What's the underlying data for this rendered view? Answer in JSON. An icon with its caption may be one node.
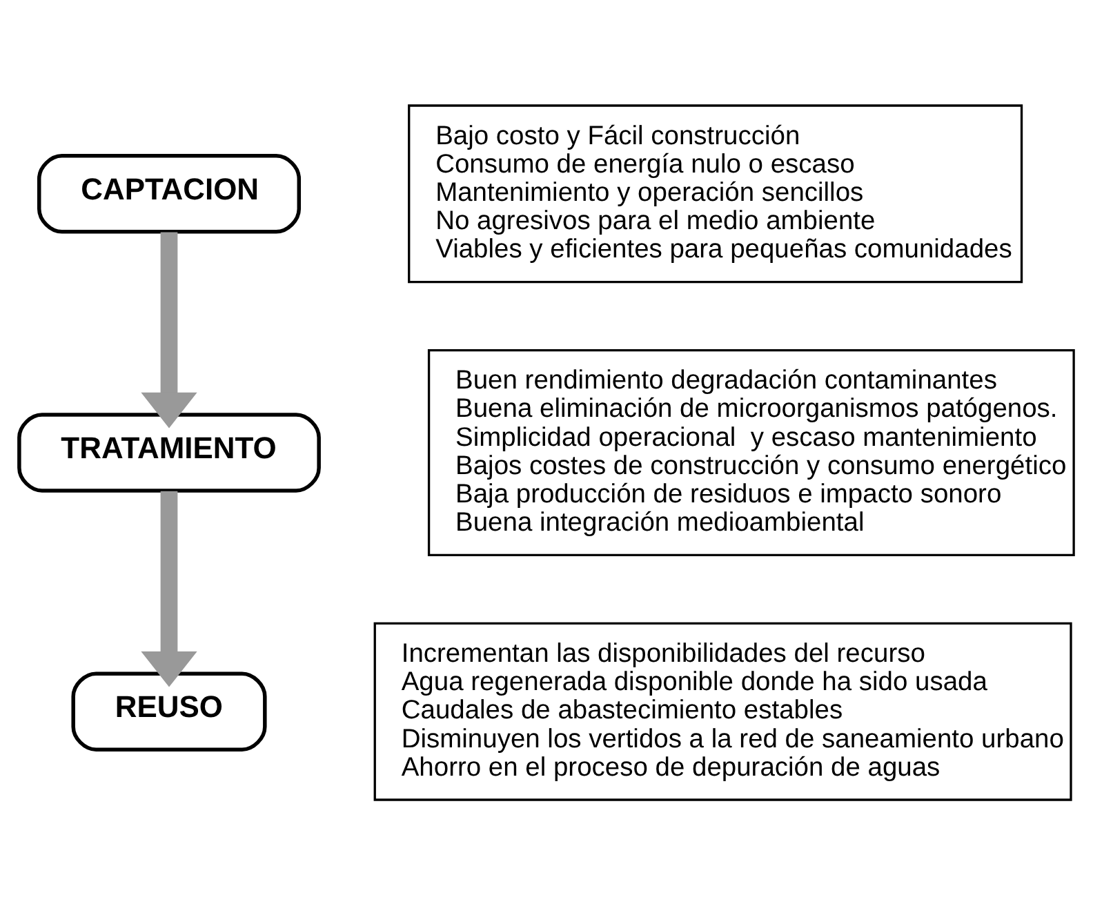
{
  "diagram": {
    "nodes": [
      {
        "text": [
          "CAPTACION"
        ]
      },
      {
        "text": [
          "Bajo costo y Fácil construcción",
          "Consumo de energía nulo o escaso",
          "Mantenimiento y operación sencillos",
          "No agresivos para el medio ambiente",
          "Viables y eficientes para pequeñas comunidades"
        ]
      },
      {
        "text": [
          "TRATAMIENTO"
        ]
      },
      {
        "text": [
          "Buen rendimiento degradación contaminantes",
          "Buena eliminación de microorganismos patógenos.",
          "Simplicidad operacional  y escaso mantenimiento",
          "Bajos costes de construcción y consumo energético",
          "Baja producción de residuos e impacto sonoro",
          "Buena integración medioambiental"
        ]
      },
      {
        "text": [
          "REUSO"
        ]
      },
      {
        "text": [
          "Incrementan las disponibilidades del recurso",
          "Agua regenerada disponible donde ha sido usada",
          "Caudales de abastecimiento estables",
          "Disminuyen los vertidos a la red de saneamiento urbano",
          "Ahorro en el proceso de depuración de aguas"
        ]
      }
    ],
    "edges": [
      {
        "from": 0,
        "to": 2,
        "arrow": "to"
      },
      {
        "from": 2,
        "to": 4,
        "arrow": "to"
      }
    ]
  }
}
